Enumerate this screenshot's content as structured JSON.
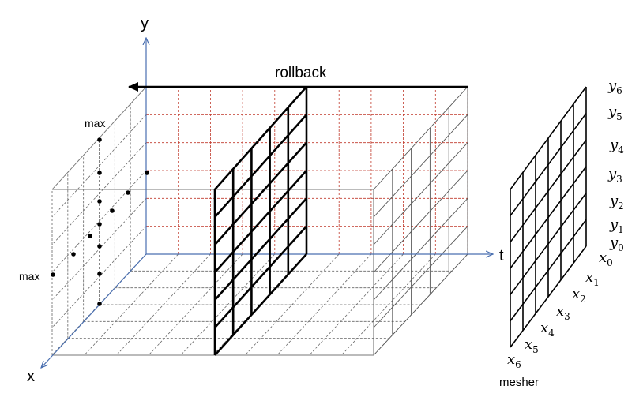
{
  "axes": {
    "y_label": "y",
    "x_label": "x",
    "t_label": "t"
  },
  "rollback_label": "rollback",
  "max_labels": [
    "max",
    "max"
  ],
  "mesher": {
    "label": "mesher",
    "y_ticks": [
      {
        "base": "y",
        "sub": "6"
      },
      {
        "base": "y",
        "sub": "5"
      },
      {
        "base": "y",
        "sub": "4"
      },
      {
        "base": "y",
        "sub": "3"
      },
      {
        "base": "y",
        "sub": "2"
      },
      {
        "base": "y",
        "sub": "1"
      },
      {
        "base": "y",
        "sub": "0"
      }
    ],
    "x_ticks": [
      {
        "base": "x",
        "sub": "0"
      },
      {
        "base": "x",
        "sub": "1"
      },
      {
        "base": "x",
        "sub": "2"
      },
      {
        "base": "x",
        "sub": "3"
      },
      {
        "base": "x",
        "sub": "4"
      },
      {
        "base": "x",
        "sub": "5"
      },
      {
        "base": "x",
        "sub": "6"
      }
    ]
  },
  "colors": {
    "axis": "#4a6fb0",
    "grid_red": "#c0392b",
    "grid_gray": "#555555",
    "bold": "#000000"
  }
}
